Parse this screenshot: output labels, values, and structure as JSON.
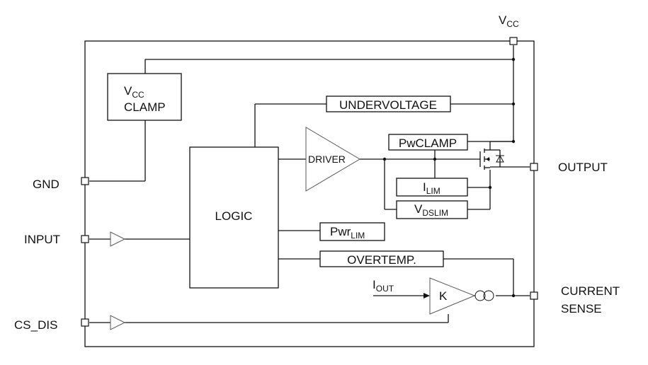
{
  "pins": {
    "vcc": {
      "main": "V",
      "sub": "CC"
    },
    "gnd": "GND",
    "input": "INPUT",
    "cs_dis": "CS_DIS",
    "output": "OUTPUT",
    "current_sense_line1": "CURRENT",
    "current_sense_line2": "SENSE"
  },
  "blocks": {
    "vcc_clamp": {
      "main": "V",
      "sub": "CC",
      "line2": "CLAMP"
    },
    "undervoltage": "UNDERVOLTAGE",
    "driver": "DRIVER",
    "pwclamp": "PwCLAMP",
    "ilim": {
      "main": "I",
      "sub": "LIM"
    },
    "vdslim": {
      "main": "V",
      "sub": "DSLIM"
    },
    "logic": "LOGIC",
    "pwrlim": {
      "main": "Pwr",
      "sub": "LIM"
    },
    "overtemp": "OVERTEMP.",
    "k": "K",
    "iout": {
      "main": "I",
      "sub": "OUT"
    }
  }
}
